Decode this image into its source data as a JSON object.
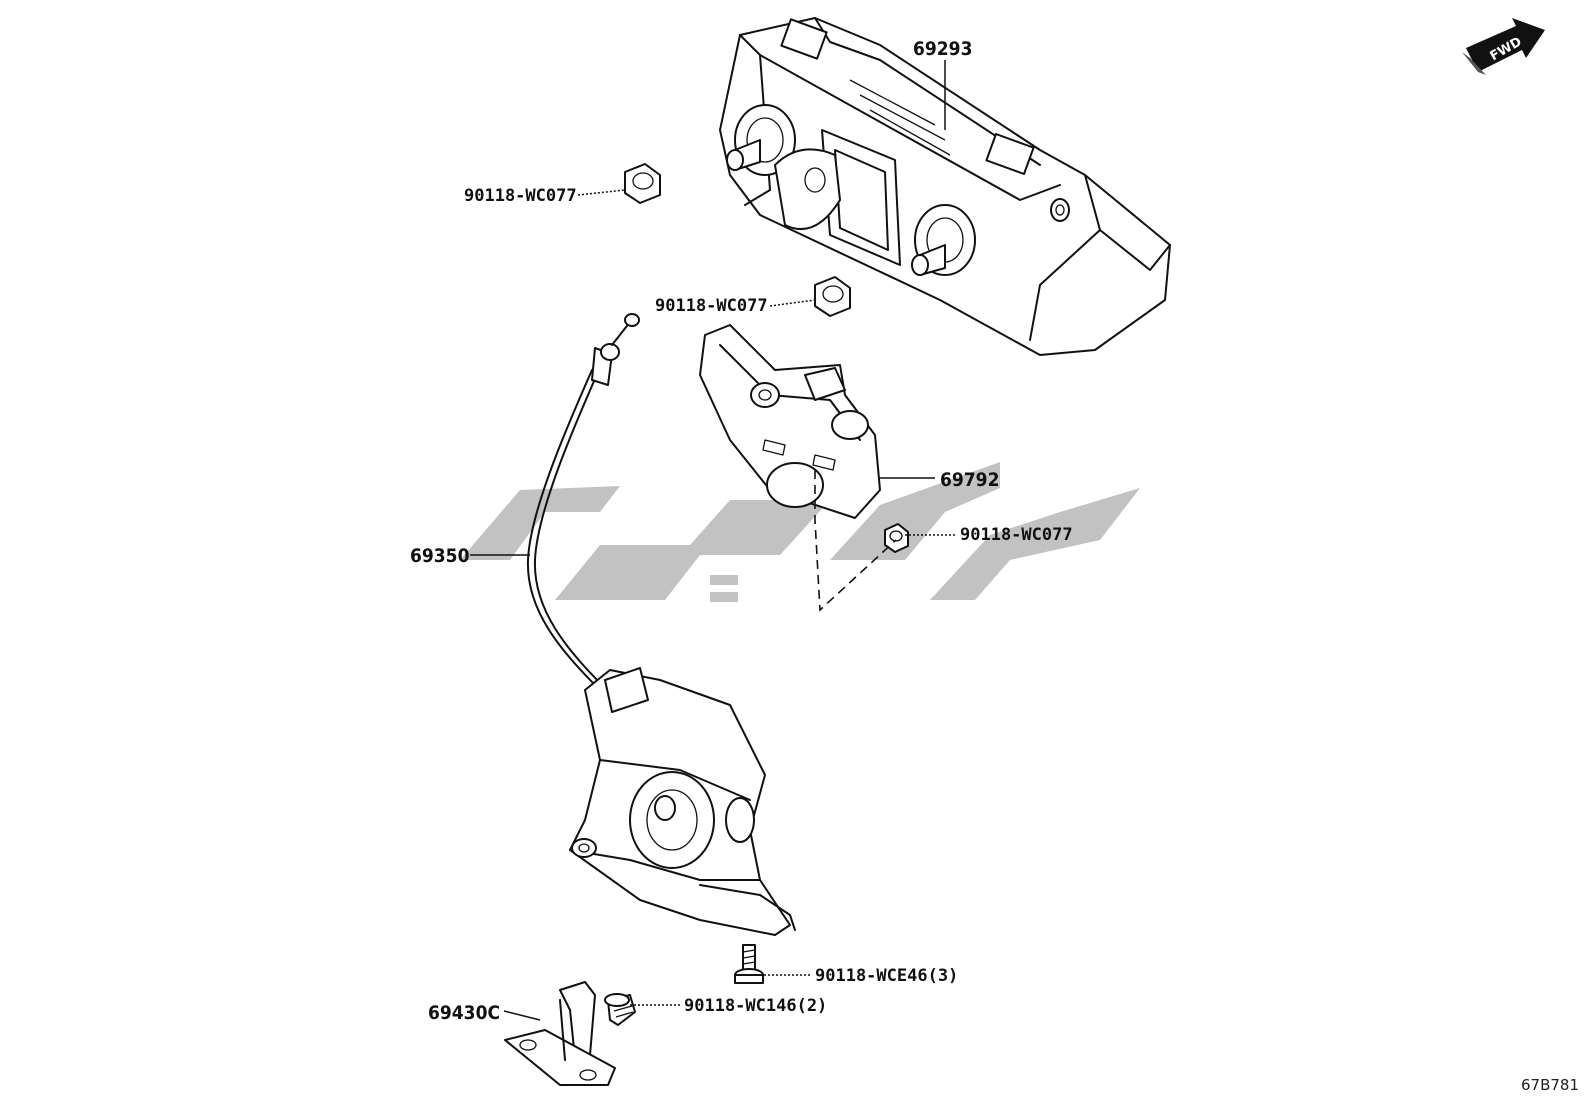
{
  "diagram": {
    "reference_code": "67B781",
    "direction_marker": "FWD",
    "watermark_colour": "#c2c2c2",
    "parts": [
      {
        "id": "p69293",
        "number": "69293"
      },
      {
        "id": "p69792",
        "number": "69792"
      },
      {
        "id": "p69350",
        "number": "69350"
      },
      {
        "id": "p69430c",
        "number": "69430C"
      }
    ],
    "fasteners": [
      {
        "id": "f1",
        "number": "90118-WC077"
      },
      {
        "id": "f2",
        "number": "90118-WC077"
      },
      {
        "id": "f3",
        "number": "90118-WC077"
      },
      {
        "id": "f4",
        "number": "90118-WCE46(3)"
      },
      {
        "id": "f5",
        "number": "90118-WC146(2)"
      }
    ]
  }
}
